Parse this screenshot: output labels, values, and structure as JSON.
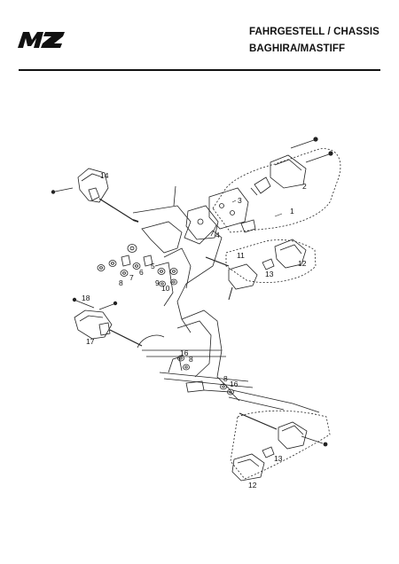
{
  "header": {
    "logo_text": "MZ",
    "title_line1": "FAHRGESTELL / CHASSIS",
    "title_line2": "BAGHIRA/MASTIFF"
  },
  "callouts": {
    "c14": "14",
    "c2": "2",
    "c3": "3",
    "c1": "1",
    "c4": "4",
    "c11": "11",
    "c12a": "12",
    "c13a": "13",
    "c5": "5",
    "c6a": "6",
    "c7": "7",
    "c8a": "8",
    "c9": "9",
    "c10": "10",
    "c18": "18",
    "c17": "17",
    "c16a": "16",
    "c8b": "8",
    "c8c": "8",
    "c16b": "16",
    "c13b": "13",
    "c12b": "12"
  }
}
